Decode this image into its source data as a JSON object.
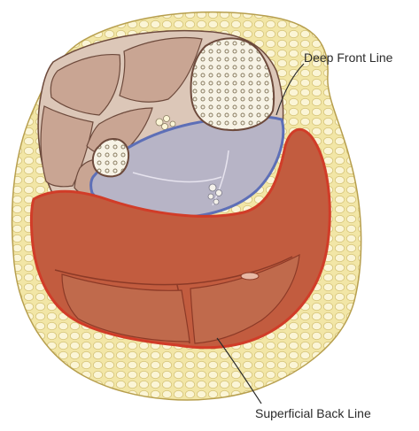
{
  "labels": {
    "deep_front_line": "Deep Front Line",
    "superficial_back_line": "Superficial Back Line"
  },
  "colors": {
    "background": "#ffffff",
    "skin_fat": "#f2e6a6",
    "fat_lobule": "#fbf5d6",
    "fat_outline": "#c9b460",
    "muscle_compartment": "#dcc7b8",
    "muscle": "#c9a593",
    "muscle_outline": "#6d4a3c",
    "deep_front_fill": "#b7b4c6",
    "deep_front_outline": "#5d6fb7",
    "superficial_back_fill": "#c25c3f",
    "superficial_back_inner": "#c06a4c",
    "superficial_back_outline": "#d13c28",
    "bone": "#f7f3e6",
    "bone_pore": "#8a7d62"
  },
  "icons": [
    "tibia-bone-cross-section",
    "fibula-bone-cross-section",
    "neurovascular-bundle"
  ]
}
